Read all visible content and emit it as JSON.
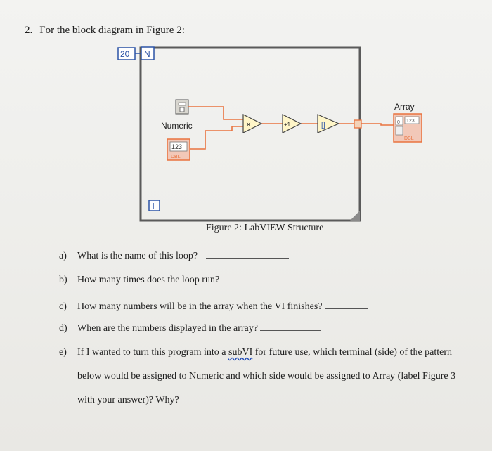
{
  "question": {
    "number": "2.",
    "text": "For the block diagram in Figure 2:"
  },
  "diagram": {
    "loop_count": "20",
    "count_terminal": "N",
    "iteration_terminal": "i",
    "numeric_label": "Numeric",
    "numeric_value": "123",
    "numeric_type": "DBL",
    "multiply_symbol": "×",
    "increment_symbol": "+1",
    "build_array_symbol": "[]",
    "array_label": "Array",
    "array_index": "0",
    "array_value": "123",
    "array_type": "DBL",
    "colors": {
      "wire": "#e9733f",
      "loop_border": "#5a5a5a",
      "terminal": "#2b53a6"
    }
  },
  "caption": "Figure 2: LabVIEW Structure",
  "subquestions": [
    {
      "label": "a)",
      "text": "What is the name of this loop?"
    },
    {
      "label": "b)",
      "text": "How many times does the loop run?"
    },
    {
      "label": "c)",
      "text": "How many numbers will be in the array when the VI finishes?"
    },
    {
      "label": "d)",
      "text": "When are the numbers displayed in the array?"
    },
    {
      "label": "e)",
      "text_before": "If I wanted to turn this program into a ",
      "subvi": "subVI",
      "text_after": " for future use, which terminal (side) of the pattern",
      "line2": "below would be assigned to Numeric and which side would be assigned to Array (label Figure 3",
      "line3": "with your answer)? Why?"
    }
  ]
}
